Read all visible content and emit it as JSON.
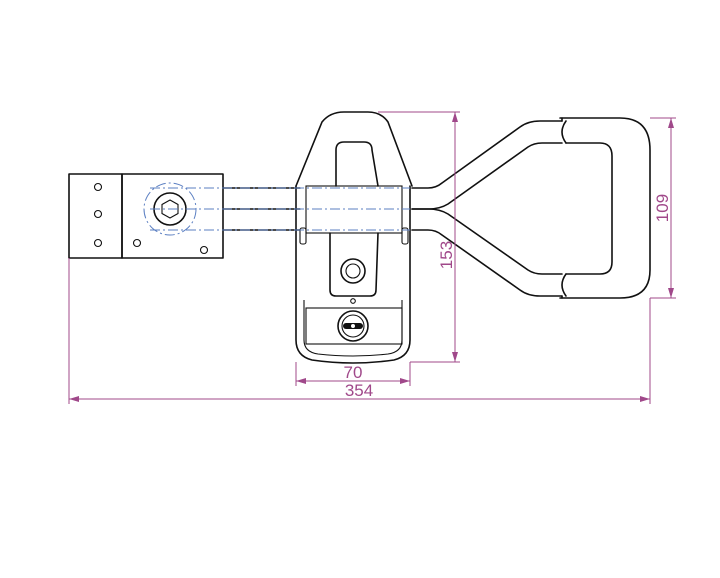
{
  "drawing": {
    "dimensions": {
      "overall_length": "354",
      "body_width": "70",
      "height": "153",
      "handle_width": "109"
    },
    "colors": {
      "outline": "#111111",
      "dimension": "#a0488a",
      "centerline": "#5b7fc2"
    }
  }
}
